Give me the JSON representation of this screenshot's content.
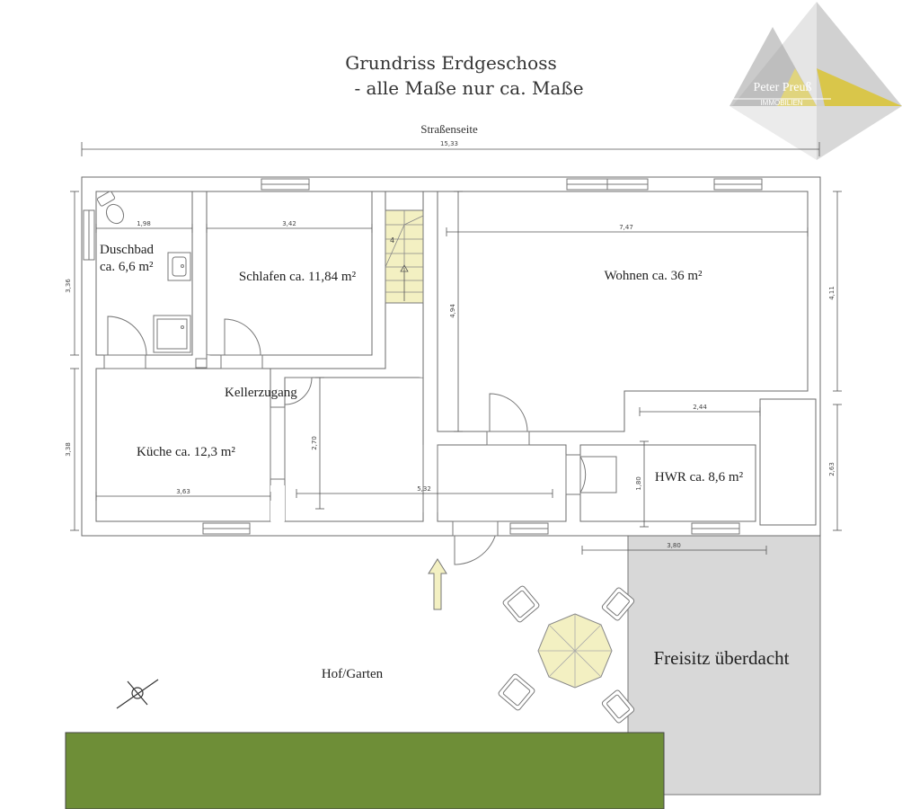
{
  "header": {
    "title_line1": "Grundriss Erdgeschoss",
    "title_line2": "- alle Maße nur ca. Maße"
  },
  "logo": {
    "name": "Peter Preuß",
    "subtitle": "IMMOBILIEN"
  },
  "street_label": "Straßenseite",
  "dimensions": {
    "total_width": "15,33",
    "duschbad_width": "1,98",
    "schlafen_width": "3,42",
    "wohnen_width": "7,47",
    "left_upper_height": "3,36",
    "left_lower_height": "3,38",
    "wohnen_height": "4,94",
    "right_upper_height": "4,11",
    "right_lower_height": "2,63",
    "kueche_width": "3,63",
    "flur_width": "5,32",
    "flur_height": "2,70",
    "hwr_width": "2,44",
    "hwr_height": "1,80",
    "freisitz_width": "3,80"
  },
  "rooms": {
    "duschbad_line1": "Duschbad",
    "duschbad_line2": "ca. 6,6 m²",
    "schlafen": "Schlafen ca. 11,84 m²",
    "wohnen": "Wohnen ca. 36 m²",
    "kellerzugang": "Kellerzugang",
    "kueche": "Küche ca. 12,3 m²",
    "hwr": "HWR ca. 8,6 m²",
    "hof": "Hof/Garten",
    "freisitz": "Freisitz überdacht"
  },
  "stairs": {
    "step_count": "4"
  },
  "colors": {
    "wall": "#b5b5b5",
    "lawn": "#6e8e37",
    "terrace": "#d8d8d8",
    "stairs": "#f3f0c2",
    "logo_yellow": "#d9c64a"
  }
}
